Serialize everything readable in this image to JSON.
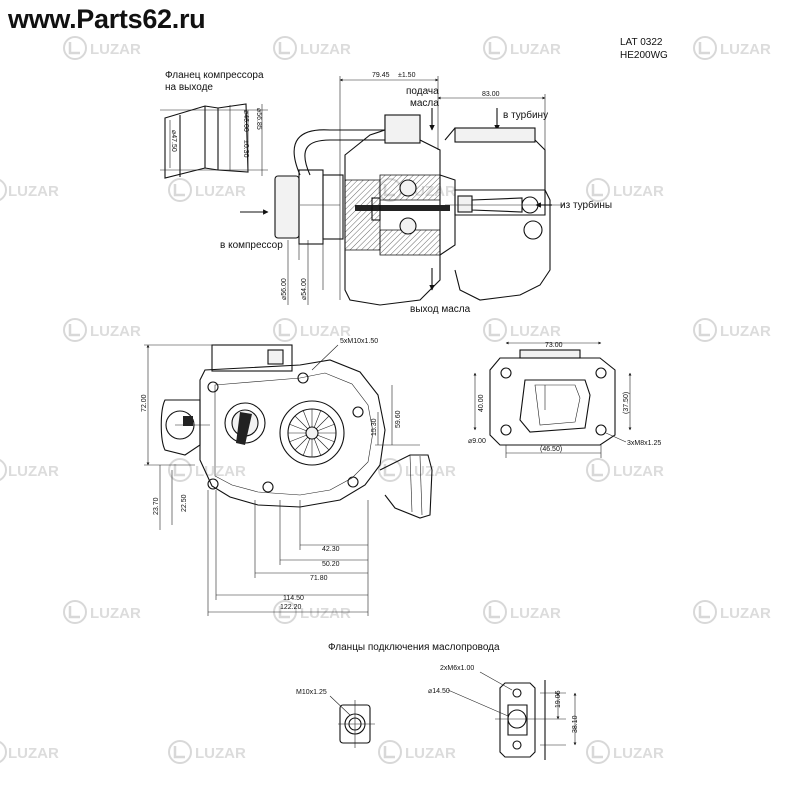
{
  "site": "www.Parts62.ru",
  "watermark": "LUZAR",
  "part_number": "LAT 0322",
  "model": "HE200WG",
  "labels": {
    "compressor_flange_outlet_line1": "Фланец  компрессора",
    "compressor_flange_outlet_line2": "на выходе",
    "oil_feed_line1": "подача",
    "oil_feed_line2": "масла",
    "to_turbine": "в турбину",
    "from_turbine": "из турбины",
    "to_compressor": "в компрессор",
    "oil_outlet": "выход масла",
    "oil_line_flanges": "Фланцы подключения маслопровода"
  },
  "dimensions": {
    "d_56_85": "⌀56.85",
    "d_46_00": "⌀46.00",
    "tol_46": "±0.30",
    "d_47_50": "⌀47.50",
    "len_79_45": "79.45",
    "tol_79_45": "±1.50",
    "len_83_00": "83.00",
    "d_56_00": "⌀56.00",
    "d_54_00": "⌀54.00",
    "thread_5xm10": "5xM10x1.50",
    "h_72_00": "72.00",
    "h_15_30": "15.30",
    "h_59_60": "59.60",
    "h_23_70": "23.70",
    "h_22_50": "22.50",
    "w_42_30": "42.30",
    "w_50_20": "50.20",
    "w_71_80": "71.80",
    "w_114_50": "114.50",
    "w_122_20": "122.20",
    "w_73_00": "73.00",
    "h_40_00": "40.00",
    "h_37_50": "(37.50)",
    "d_9_00": "⌀9.00",
    "w_46_50": "(46.50)",
    "thread_3xm8": "3xM8x1.25",
    "thread_m10": "M10x1.25",
    "thread_2xm6": "2xM6x1.00",
    "d_14_50": "⌀14.50",
    "h_19_05": "19.05",
    "h_38_10": "38.10"
  }
}
